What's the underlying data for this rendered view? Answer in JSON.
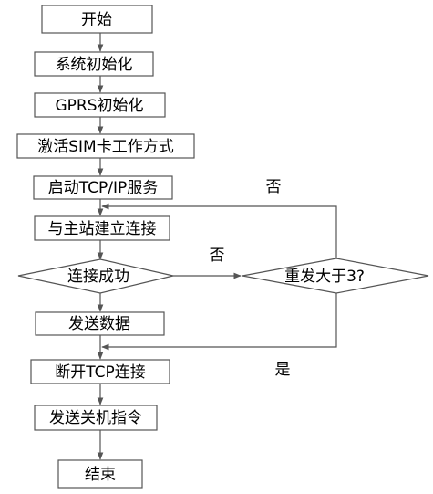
{
  "flowchart": {
    "nodes": {
      "start": "开始",
      "sys_init": "系统初始化",
      "gprs_init": "GPRS初始化",
      "activate_sim": "激活SIM卡工作方式",
      "tcp_service": "启动TCP/IP服务",
      "connect_master": "与主站建立连接",
      "connect_ok": "连接成功",
      "send_data": "发送数据",
      "disconnect": "断开TCP连接",
      "send_shutdown": "发送关机指令",
      "end": "结束",
      "retry_check": "重发大于3?"
    },
    "edge_labels": {
      "connect_fail_no": "否",
      "retry_no": "否",
      "retry_yes": "是"
    }
  }
}
